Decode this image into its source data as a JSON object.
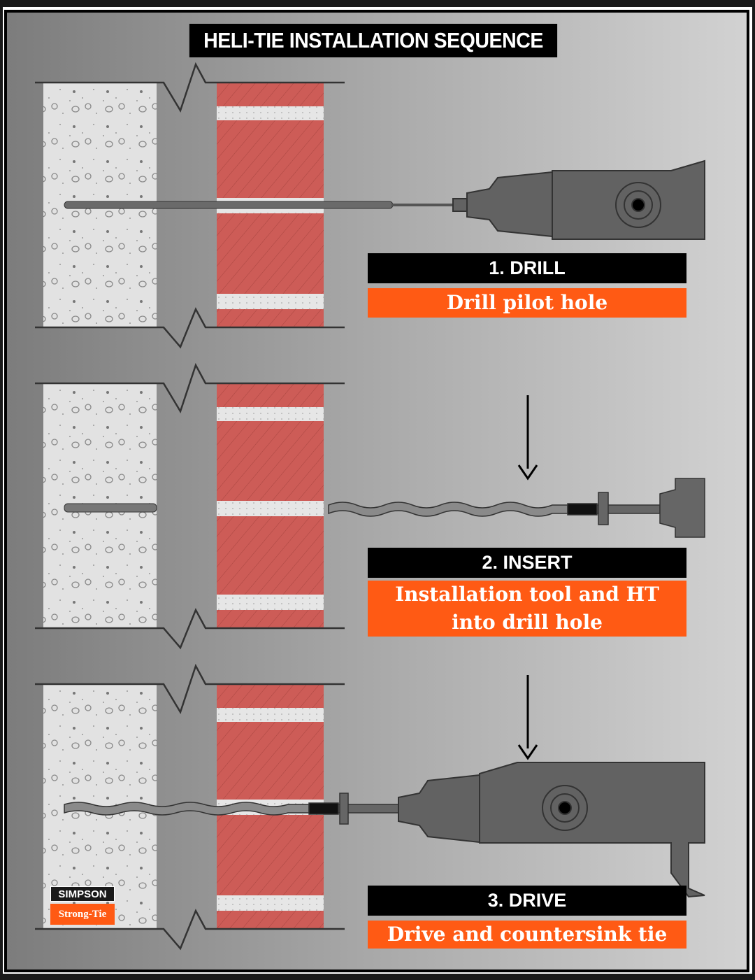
{
  "title": "HELI-TIE INSTALLATION SEQUENCE",
  "steps": [
    {
      "heading": "1. DRILL",
      "description": "Drill pilot hole"
    },
    {
      "heading": "2. INSERT",
      "description": "Installation tool and HT into drill hole"
    },
    {
      "heading": "3. DRIVE",
      "description": "Drive and countersink tie"
    }
  ],
  "logo": {
    "top": "SIMPSON",
    "bottom": "Strong-Tie"
  },
  "colors": {
    "brick": "#cd5c57",
    "accent": "#ff5a14",
    "concrete": "#e2e2e2",
    "tool": "#606060"
  }
}
